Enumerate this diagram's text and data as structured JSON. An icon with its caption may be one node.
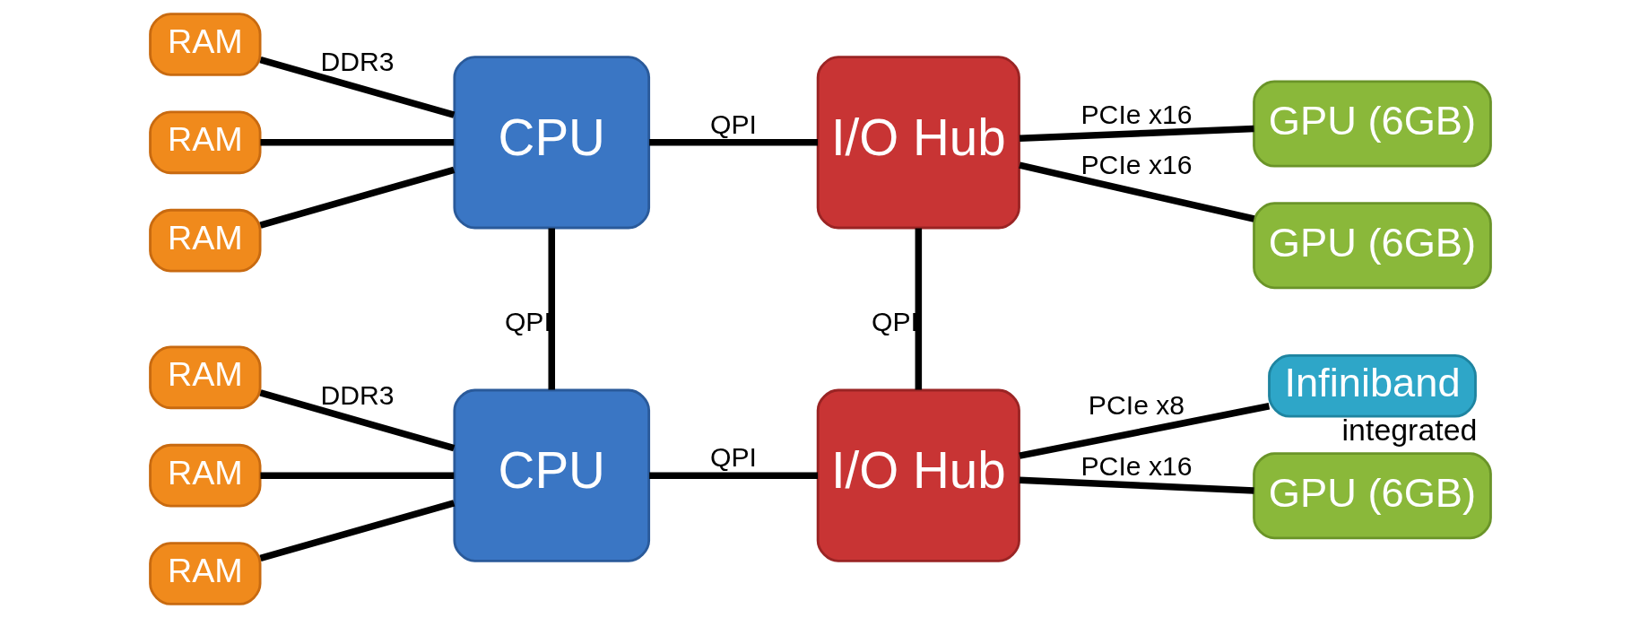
{
  "diagram": {
    "nodes": [
      {
        "text": [
          "RAM"
        ]
      },
      {
        "text": [
          "RAM"
        ]
      },
      {
        "text": [
          "RAM"
        ]
      },
      {
        "text": [
          "CPU"
        ]
      },
      {
        "text": [
          "I/O Hub"
        ]
      },
      {
        "text": [
          "Infiniband"
        ],
        "beside": [
          "integrated"
        ]
      },
      {
        "text": [
          "GPU (6GB)"
        ]
      },
      {
        "text": [
          "RAM"
        ]
      },
      {
        "text": [
          "RAM"
        ]
      },
      {
        "text": [
          "RAM"
        ]
      },
      {
        "text": [
          "CPU"
        ]
      },
      {
        "text": [
          "I/O Hub"
        ]
      },
      {
        "text": [
          "GPU (6GB)"
        ]
      },
      {
        "text": [
          "GPU (6GB)"
        ]
      }
    ],
    "edges": [
      {
        "from": 0,
        "to": 3,
        "arrow": "none",
        "label": "DDR3"
      },
      {
        "from": 1,
        "to": 3,
        "arrow": "none"
      },
      {
        "from": 2,
        "to": 3,
        "arrow": "none"
      },
      {
        "from": 3,
        "to": 4,
        "arrow": "none",
        "label": "QPI"
      },
      {
        "from": 3,
        "to": 10,
        "arrow": "none",
        "label": "QPI"
      },
      {
        "from": 4,
        "to": 11,
        "arrow": "none",
        "label": "QPI"
      },
      {
        "from": 4,
        "to": 5,
        "arrow": "none",
        "label": "PCIe x8"
      },
      {
        "from": 4,
        "to": 6,
        "arrow": "none",
        "label": "PCIe x16"
      },
      {
        "from": 7,
        "to": 10,
        "arrow": "none",
        "label": "DDR3"
      },
      {
        "from": 8,
        "to": 10,
        "arrow": "none"
      },
      {
        "from": 9,
        "to": 10,
        "arrow": "none"
      },
      {
        "from": 10,
        "to": 11,
        "arrow": "none",
        "label": "QPI"
      },
      {
        "from": 11,
        "to": 12,
        "arrow": "none",
        "label": "PCIe x16"
      },
      {
        "from": 11,
        "to": 13,
        "arrow": "none",
        "label": "PCIe x16"
      }
    ]
  }
}
